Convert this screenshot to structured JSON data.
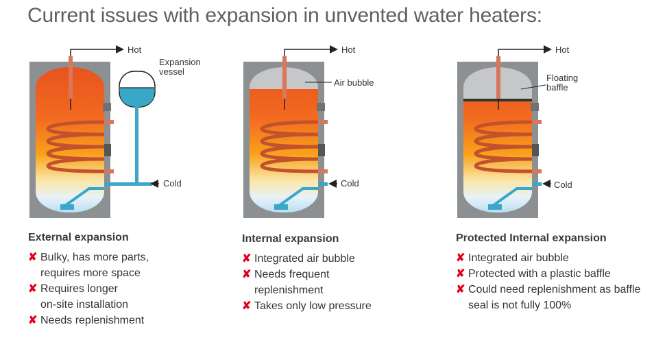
{
  "title": "Current issues with expansion in unvented water heaters:",
  "labels": {
    "hot": "Hot",
    "cold": "Cold",
    "expansion_vessel": "Expansion\nvessel",
    "air_bubble": "Air bubble",
    "floating_baffle": "Floating\nbaffle"
  },
  "columns": [
    {
      "heading": "External expansion",
      "items": [
        "Bulky, has more parts,\nrequires more space",
        "Requires longer\non-site installation",
        "Needs replenishment"
      ]
    },
    {
      "heading": "Internal expansion",
      "items": [
        "Integrated air bubble",
        "Needs frequent\nreplenishment",
        "Takes only low pressure"
      ]
    },
    {
      "heading": "Protected Internal expansion",
      "items": [
        "Integrated air bubble",
        "Protected with a plastic baffle",
        "Could need replenishment as baffle\nseal is not fully 100%"
      ]
    }
  ],
  "colors": {
    "cross": "#e2001a",
    "tank_shell": "#8c9093",
    "pipe_hot": "#d9765b",
    "pipe_cold": "#3aa6c8",
    "water_hot": "#e8531f",
    "water_warm": "#f7a81b",
    "water_cold": "#cfe9f7",
    "air": "#c5c7c9"
  }
}
